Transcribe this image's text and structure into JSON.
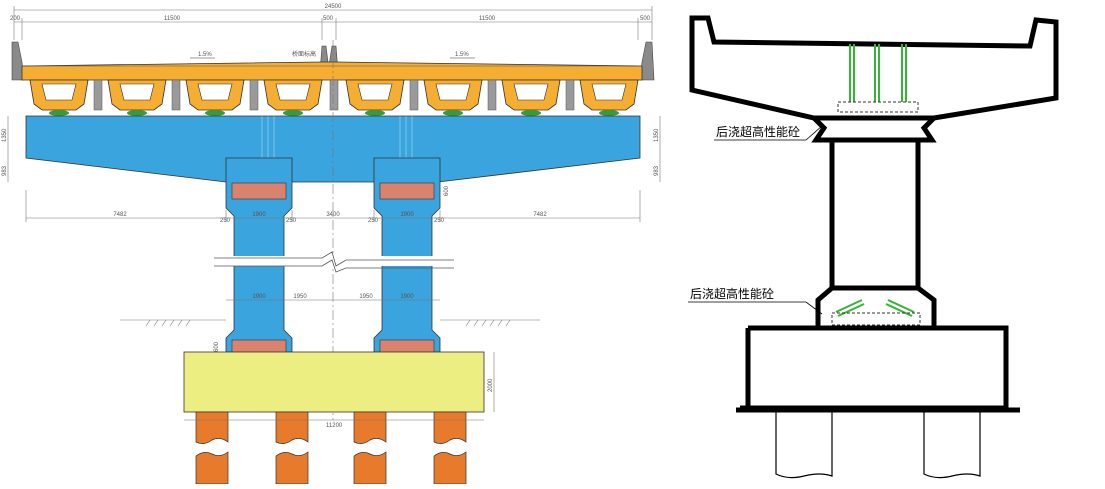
{
  "left_drawing": {
    "dimensions": {
      "overall_width": "24500",
      "half_width_left": "11500",
      "half_width_right": "11500",
      "edge_left": "200",
      "edge_right": "500",
      "center_gap": "500",
      "cantilever_left": "7482",
      "cantilever_right": "7482",
      "column_spacing": "3400",
      "column_width_a": "1900",
      "column_width_b": "1900",
      "half_spacing_left": "1950",
      "half_spacing_right": "1950",
      "column_width_c": "1900",
      "column_width_d": "1900",
      "cap_depth_top": "1350",
      "cap_depth_bottom": "983",
      "cap_depth_right_top": "1350",
      "cap_depth_right_bottom": "983",
      "insert_height_top": "600",
      "insert_height_bottom": "600",
      "footing_height": "2000",
      "footing_width": "11200",
      "chamfer_a": "250",
      "chamfer_b": "250",
      "chamfer_c": "250",
      "chamfer_d": "250"
    },
    "annotations": {
      "slope_left": "1.5%",
      "slope_right": "1.5%",
      "design_elevation": "桥面标高"
    },
    "colors": {
      "deck": "#f5ad32",
      "cap_beam": "#39a4dd",
      "column": "#39a4dd",
      "uhpc_joint": "#d9826e",
      "footing": "#ecee82",
      "piles": "#e87a2c",
      "barrier": "#8a8a8a",
      "bearing": "#3a9a3a"
    }
  },
  "right_drawing": {
    "label_upper": "后浇超高性能砼",
    "label_lower": "后浇超高性能砼",
    "colors": {
      "outline": "#000000",
      "rebar": "#36b436"
    }
  }
}
